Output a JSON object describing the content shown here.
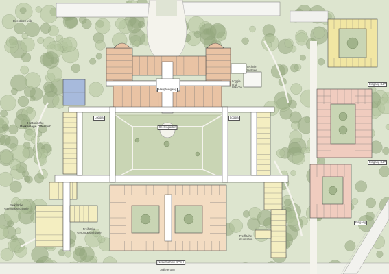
{
  "colors": {
    "park": "#dde5cf",
    "lawn": "#c9d5b4",
    "tree_dark": "#93a77e",
    "tree_light": "#b3c49d",
    "path": "#f4f3ec",
    "corridor": "#ffffff",
    "historic_core": "#e9c3a4",
    "care_wings": "#f4eec1",
    "acute_block": "#f3dcc2",
    "children_psych": "#f0ccbf",
    "kjp_wing": "#f1e6a3",
    "administration": "#a7badc",
    "wall": "#4a4a4a"
  },
  "labels": {
    "direktorenvilla": "Direktoren-villa",
    "historische_parkanlage": "Historische Parkanlage Öffentlich",
    "parkflaeche": "Parkfläche Gerontopsychiatrie",
    "freifl_geronto": "Freifläche Gerontopsychiatrie",
    "freifl_akut": "Freifläche Akutstation",
    "seelengarten": "Seelengarten",
    "loggia_1": "Loggia",
    "loggia_2": "Loggia",
    "loggia_waesche": "Loggia und Wäsche",
    "technik": "Technik-zentrale",
    "eingang_kjp_1": "Eingang KJP",
    "eingang_kjp_2": "Eingang KJP",
    "eingang": "Eingang",
    "notaufnahme": "Notaufnahme KPSH",
    "haupteingang": "Haupteingang",
    "anlieferung": "Anlieferung"
  }
}
